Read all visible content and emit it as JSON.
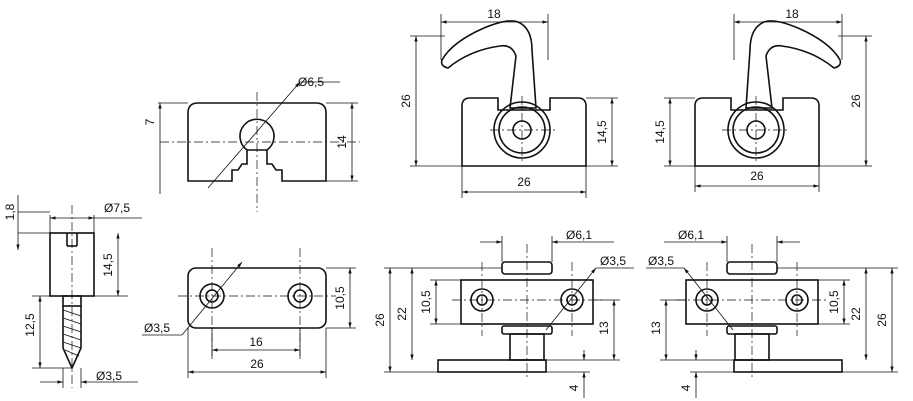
{
  "screw": {
    "d_top": "1,8",
    "d_head": "Ø7,5",
    "d_head_len": "14,5",
    "d_thread": "12,5",
    "d_screw": "Ø3,5"
  },
  "end_view": {
    "d_bore": "Ø6,5",
    "d_offset": "7",
    "d_height": "14"
  },
  "plate_view": {
    "d_hole": "Ø3,5",
    "d_pitch": "16",
    "d_width": "26",
    "d_height": "10,5"
  },
  "latch_left": {
    "d_lever": "18",
    "d_total": "26",
    "d_body": "14,5",
    "d_base": "26"
  },
  "latch_right": {
    "d_lever": "18",
    "d_total": "26",
    "d_body": "14,5",
    "d_base": "26"
  },
  "plan_left": {
    "d_pin": "Ø6,1",
    "d_hole": "Ø3,5",
    "d_body": "10,5",
    "d_mid": "22",
    "d_total": "26",
    "d_offset": "13",
    "d_base": "4"
  },
  "plan_right": {
    "d_pin": "Ø6,1",
    "d_hole": "Ø3,5",
    "d_body": "10,5",
    "d_mid": "22",
    "d_total": "26",
    "d_offset": "13",
    "d_base": "4"
  }
}
